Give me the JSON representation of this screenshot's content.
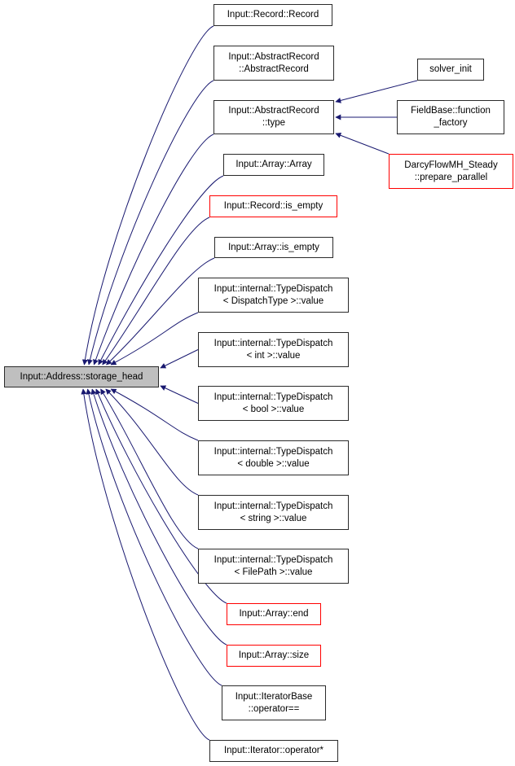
{
  "colors": {
    "edge": "#191970",
    "node_border": "#2b2b2b",
    "missing_border": "#ff0000",
    "focus_fill": "#bfbfbf"
  },
  "nodes": [
    {
      "lines": [
        "Input::Address::storage_head"
      ],
      "style": "center"
    },
    {
      "lines": [
        "Input::Record::Record"
      ],
      "style": "normal"
    },
    {
      "lines": [
        "Input::AbstractRecord",
        "::AbstractRecord"
      ],
      "style": "normal"
    },
    {
      "lines": [
        "Input::AbstractRecord",
        "::type"
      ],
      "style": "normal"
    },
    {
      "lines": [
        "Input::Array::Array"
      ],
      "style": "normal"
    },
    {
      "lines": [
        "Input::Record::is_empty"
      ],
      "style": "red"
    },
    {
      "lines": [
        "Input::Array::is_empty"
      ],
      "style": "normal"
    },
    {
      "lines": [
        "Input::internal::TypeDispatch",
        "< DispatchType >::value"
      ],
      "style": "normal"
    },
    {
      "lines": [
        "Input::internal::TypeDispatch",
        "< int >::value"
      ],
      "style": "normal"
    },
    {
      "lines": [
        "Input::internal::TypeDispatch",
        "< bool >::value"
      ],
      "style": "normal"
    },
    {
      "lines": [
        "Input::internal::TypeDispatch",
        "< double >::value"
      ],
      "style": "normal"
    },
    {
      "lines": [
        "Input::internal::TypeDispatch",
        "< string >::value"
      ],
      "style": "normal"
    },
    {
      "lines": [
        "Input::internal::TypeDispatch",
        "< FilePath >::value"
      ],
      "style": "normal"
    },
    {
      "lines": [
        "Input::Array::end"
      ],
      "style": "red"
    },
    {
      "lines": [
        "Input::Array::size"
      ],
      "style": "red"
    },
    {
      "lines": [
        "Input::IteratorBase",
        "::operator=="
      ],
      "style": "normal"
    },
    {
      "lines": [
        "Input::Iterator::operator*"
      ],
      "style": "normal"
    },
    {
      "lines": [
        "solver_init"
      ],
      "style": "normal"
    },
    {
      "lines": [
        "FieldBase::function",
        "_factory"
      ],
      "style": "normal"
    },
    {
      "lines": [
        "DarcyFlowMH_Steady",
        "::prepare_parallel"
      ],
      "style": "red"
    }
  ],
  "edges": [
    [
      1,
      0
    ],
    [
      2,
      0
    ],
    [
      3,
      0
    ],
    [
      4,
      0
    ],
    [
      5,
      0
    ],
    [
      6,
      0
    ],
    [
      7,
      0
    ],
    [
      8,
      0
    ],
    [
      9,
      0
    ],
    [
      10,
      0
    ],
    [
      11,
      0
    ],
    [
      12,
      0
    ],
    [
      13,
      0
    ],
    [
      14,
      0
    ],
    [
      15,
      0
    ],
    [
      16,
      0
    ],
    [
      17,
      3
    ],
    [
      18,
      3
    ],
    [
      19,
      3
    ]
  ]
}
